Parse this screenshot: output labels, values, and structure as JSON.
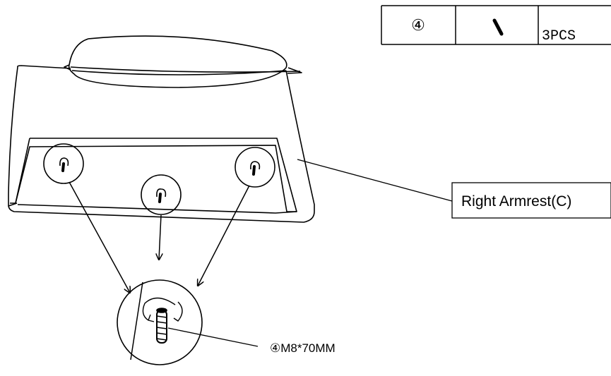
{
  "parts_table": {
    "part_number": "④",
    "part_icon": "bolt-icon",
    "quantity": "3PCS"
  },
  "callouts": {
    "part_label": "Right Armrest(C)",
    "hardware_label": "④M8*70MM"
  }
}
